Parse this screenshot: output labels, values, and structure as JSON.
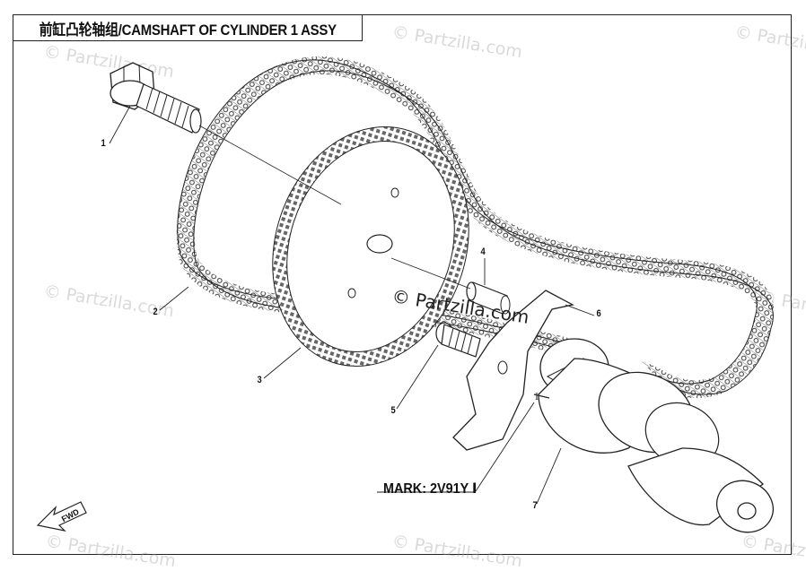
{
  "title": "前缸凸轮轴组/CAMSHAFT OF CYLINDER 1 ASSY",
  "watermark_main": "© Partzilla.com",
  "watermarks": [
    "© Partzilla.com",
    "© Partzilla.com",
    "© Partzilla.com",
    "© Partzilla.com",
    "© Partzilla.com",
    "© Partzilla.com",
    "© Partzilla.com",
    "© Partzilla.com"
  ],
  "callouts": [
    "1",
    "2",
    "3",
    "4",
    "5",
    "6",
    "7"
  ],
  "mark_label": "MARK: 2V91Y Ⅰ",
  "fwd_label": "FWD",
  "colors": {
    "line": "#222222",
    "watermark": "#b4b4b4"
  }
}
